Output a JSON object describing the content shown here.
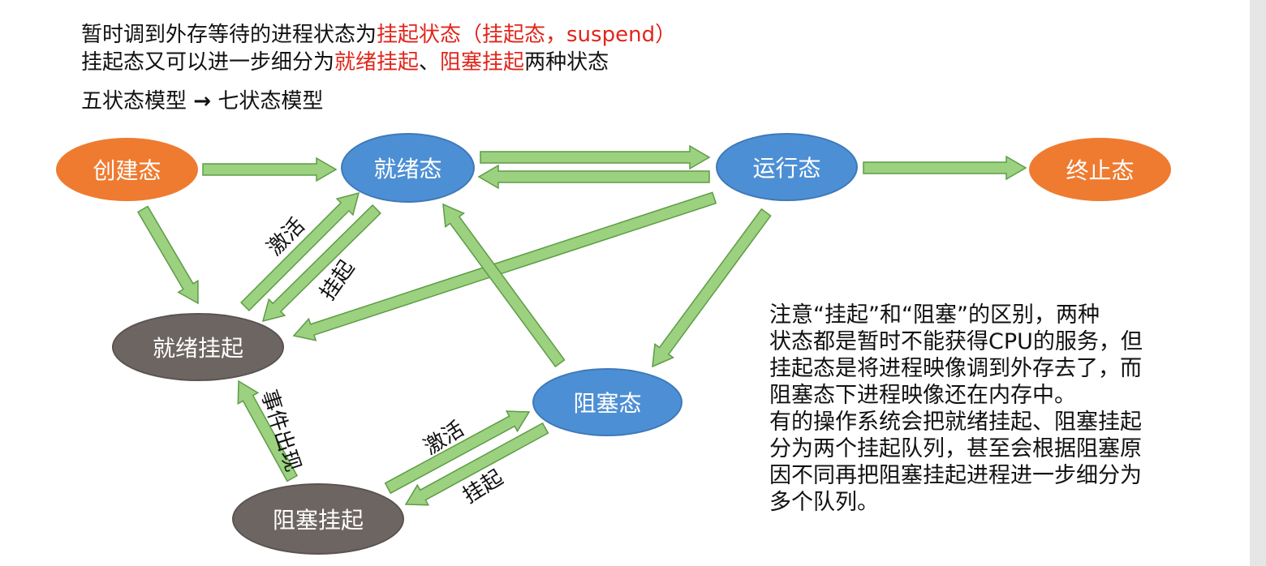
{
  "header": {
    "line1_prefix": "暂时调到外存等待的进程状态为",
    "line1_red": "挂起状态（挂起态，suspend）",
    "line2_prefix": "挂起态又可以进一步细分为",
    "line2_red1": "就绪挂起",
    "line2_sep": "、",
    "line2_red2": "阻塞挂起",
    "line2_suffix": "两种状态",
    "line3_left": "五状态模型",
    "line3_arrow": "→",
    "line3_right": "七状态模型"
  },
  "nodes": {
    "create": "创建态",
    "ready": "就绪态",
    "running": "运行态",
    "terminated": "终止态",
    "ready_suspend": "就绪挂起",
    "blocked": "阻塞态",
    "blocked_suspend": "阻塞挂起"
  },
  "edge_labels": {
    "activate1": "激活",
    "suspend1": "挂起",
    "event_occurs": "事件出现",
    "activate2": "激活",
    "suspend2": "挂起"
  },
  "note": [
    "注意“挂起”和“阻塞”的区别，两种",
    "状态都是暂时不能获得CPU的服务，但",
    "挂起态是将进程映像调到外存去了，而",
    "阻塞态下进程映像还在内存中。",
    "有的操作系统会把就绪挂起、阻塞挂起",
    "分为两个挂起队列，甚至会根据阻塞原",
    "因不同再把阻塞挂起进程进一步细分为",
    "多个队列。"
  ],
  "colors": {
    "arrow_fill": "#9bd17f",
    "arrow_stroke": "#5e9c47",
    "orange": "#ee7b30",
    "blue": "#4d8fd4",
    "gray": "#6d6562",
    "red_text": "#e0261c"
  }
}
